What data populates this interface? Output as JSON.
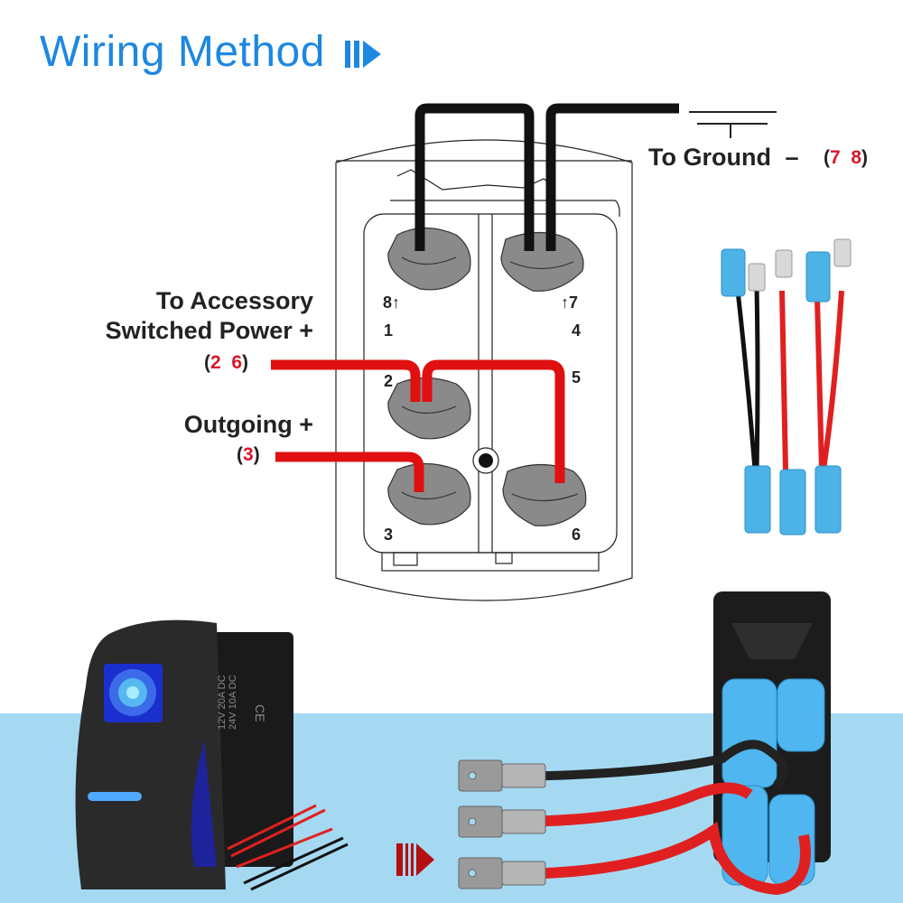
{
  "header": {
    "title": "Wiring Method",
    "title_icon": "play-forward-icon"
  },
  "labels": {
    "ground": {
      "text": "To Ground",
      "sign": "–",
      "open": "(",
      "pins": [
        "7",
        "8"
      ],
      "close": ")"
    },
    "accessory": {
      "line1": "To Accessory",
      "line2": "Switched Power +",
      "open": "(",
      "pins": [
        "2",
        "6"
      ],
      "close": ")"
    },
    "outgoing": {
      "line1": "Outgoing +",
      "open": "(",
      "pins": [
        "3"
      ],
      "close": ")"
    }
  },
  "pins": {
    "p8": "8↑",
    "p7": "↑7",
    "p1": "1",
    "p4": "4",
    "p2": "2",
    "p5": "5",
    "p3": "3",
    "p6": "6"
  },
  "switch_markings": {
    "ce": "CE",
    "line1": "12V 20A DC",
    "line2": "24V 10A DC"
  },
  "colors": {
    "title_blue": "#1e88e0",
    "wire_red": "#e01010",
    "wire_black": "#111111",
    "terminal_gray": "#8a8a8a",
    "band_blue": "#a5d9f2",
    "arrow_red": "#b50f12",
    "pin_red": "#d8182a"
  }
}
